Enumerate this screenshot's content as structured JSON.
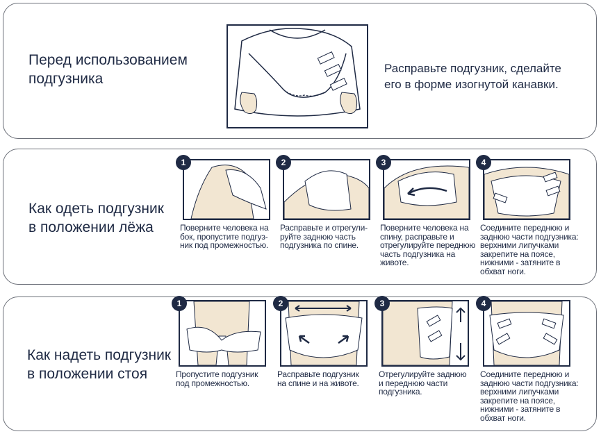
{
  "colors": {
    "ink": "#1f2a44",
    "skin": "#f2e6d2",
    "border": "#6b6f78"
  },
  "sections": [
    {
      "title_lines": [
        "Перед использованием",
        "подгузника"
      ],
      "desc_lines": [
        "Расправьте подгузник, сделайте",
        "его в форме изогнутой канавки."
      ]
    },
    {
      "title_lines": [
        "Как одеть подгузник",
        "в положении лёжа"
      ],
      "steps": [
        {
          "num": "1",
          "caption_lines": [
            "Поверните человека на",
            "бок, пропустите подгуз-",
            "ник под промежностью."
          ]
        },
        {
          "num": "2",
          "caption_lines": [
            "Расправьте и отрегули-",
            "руйте заднюю часть",
            "подгузника по спине."
          ]
        },
        {
          "num": "3",
          "caption_lines": [
            "Поверните человека на",
            "спину, расправьте и",
            "отрегулируйте переднюю",
            "часть подгузника на",
            "животе."
          ]
        },
        {
          "num": "4",
          "caption_lines": [
            "Соедините переднюю и",
            "заднюю части подгузника:",
            "верхними липучками",
            "закрепите на поясе,",
            "нижними - затяните в",
            "обхват ноги."
          ]
        }
      ]
    },
    {
      "title_lines": [
        "Как надеть подгузник",
        "в положении стоя"
      ],
      "steps": [
        {
          "num": "1",
          "caption_lines": [
            "Пропустите подгузник",
            "под промежностью."
          ]
        },
        {
          "num": "2",
          "caption_lines": [
            "Расправьте подгузник",
            "на спине и на животе."
          ]
        },
        {
          "num": "3",
          "caption_lines": [
            "Отрегулируйте заднюю",
            "и переднюю части",
            "подгузника."
          ]
        },
        {
          "num": "4",
          "caption_lines": [
            "Соедините переднюю и",
            "заднюю части подгузника:",
            "верхними липучками",
            "закрепите на поясе,",
            "нижними - затяните в",
            "обхват ноги."
          ]
        }
      ]
    }
  ]
}
